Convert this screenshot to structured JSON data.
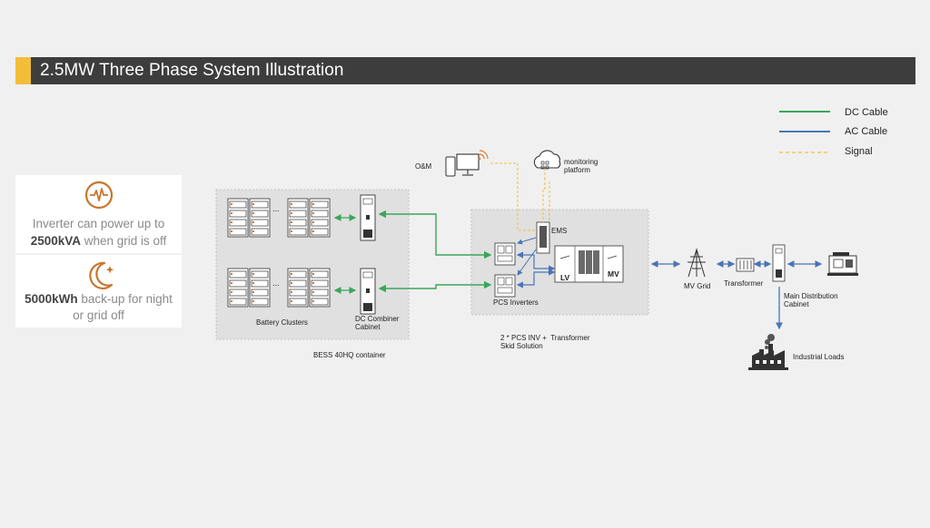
{
  "title": "2.5MW Three Phase System Illustration",
  "colors": {
    "accent": "#f2be39",
    "title_bar": "#3d3d3d",
    "dc_cable": "#3aa65a",
    "ac_cable": "#4a74b8",
    "signal": "#f2be39",
    "icon_orange": "#c8752b"
  },
  "cards": [
    {
      "icon": "waveform-icon",
      "line1": "Inverter can power up to",
      "bold": "2500kVA",
      "rest": " when grid is off"
    },
    {
      "icon": "moon-stars-icon",
      "bold": "5000kWh",
      "rest": " back-up for night",
      "line2": "or grid off"
    }
  ],
  "legend": {
    "dc": "DC Cable",
    "ac": "AC Cable",
    "signal": "Signal"
  },
  "labels": {
    "om": "O&M",
    "monitoring": "monitoring\nplatform",
    "ems": "EMS",
    "battery_clusters": "Battery Clusters",
    "dc_combiner": "DC Combiner\nCabinet",
    "bess": "BESS 40HQ container",
    "pcs_inverters": "PCS Inverters",
    "lv": "LV",
    "mv": "MV",
    "skid": "2 * PCS INV +  Transformer\nSkid Solution",
    "mv_grid": "MV Grid",
    "transformer": "Transformer",
    "main_dist": "Main Distribution\nCabinet",
    "industrial": "Industrial Loads",
    "ellipsis": "..."
  }
}
